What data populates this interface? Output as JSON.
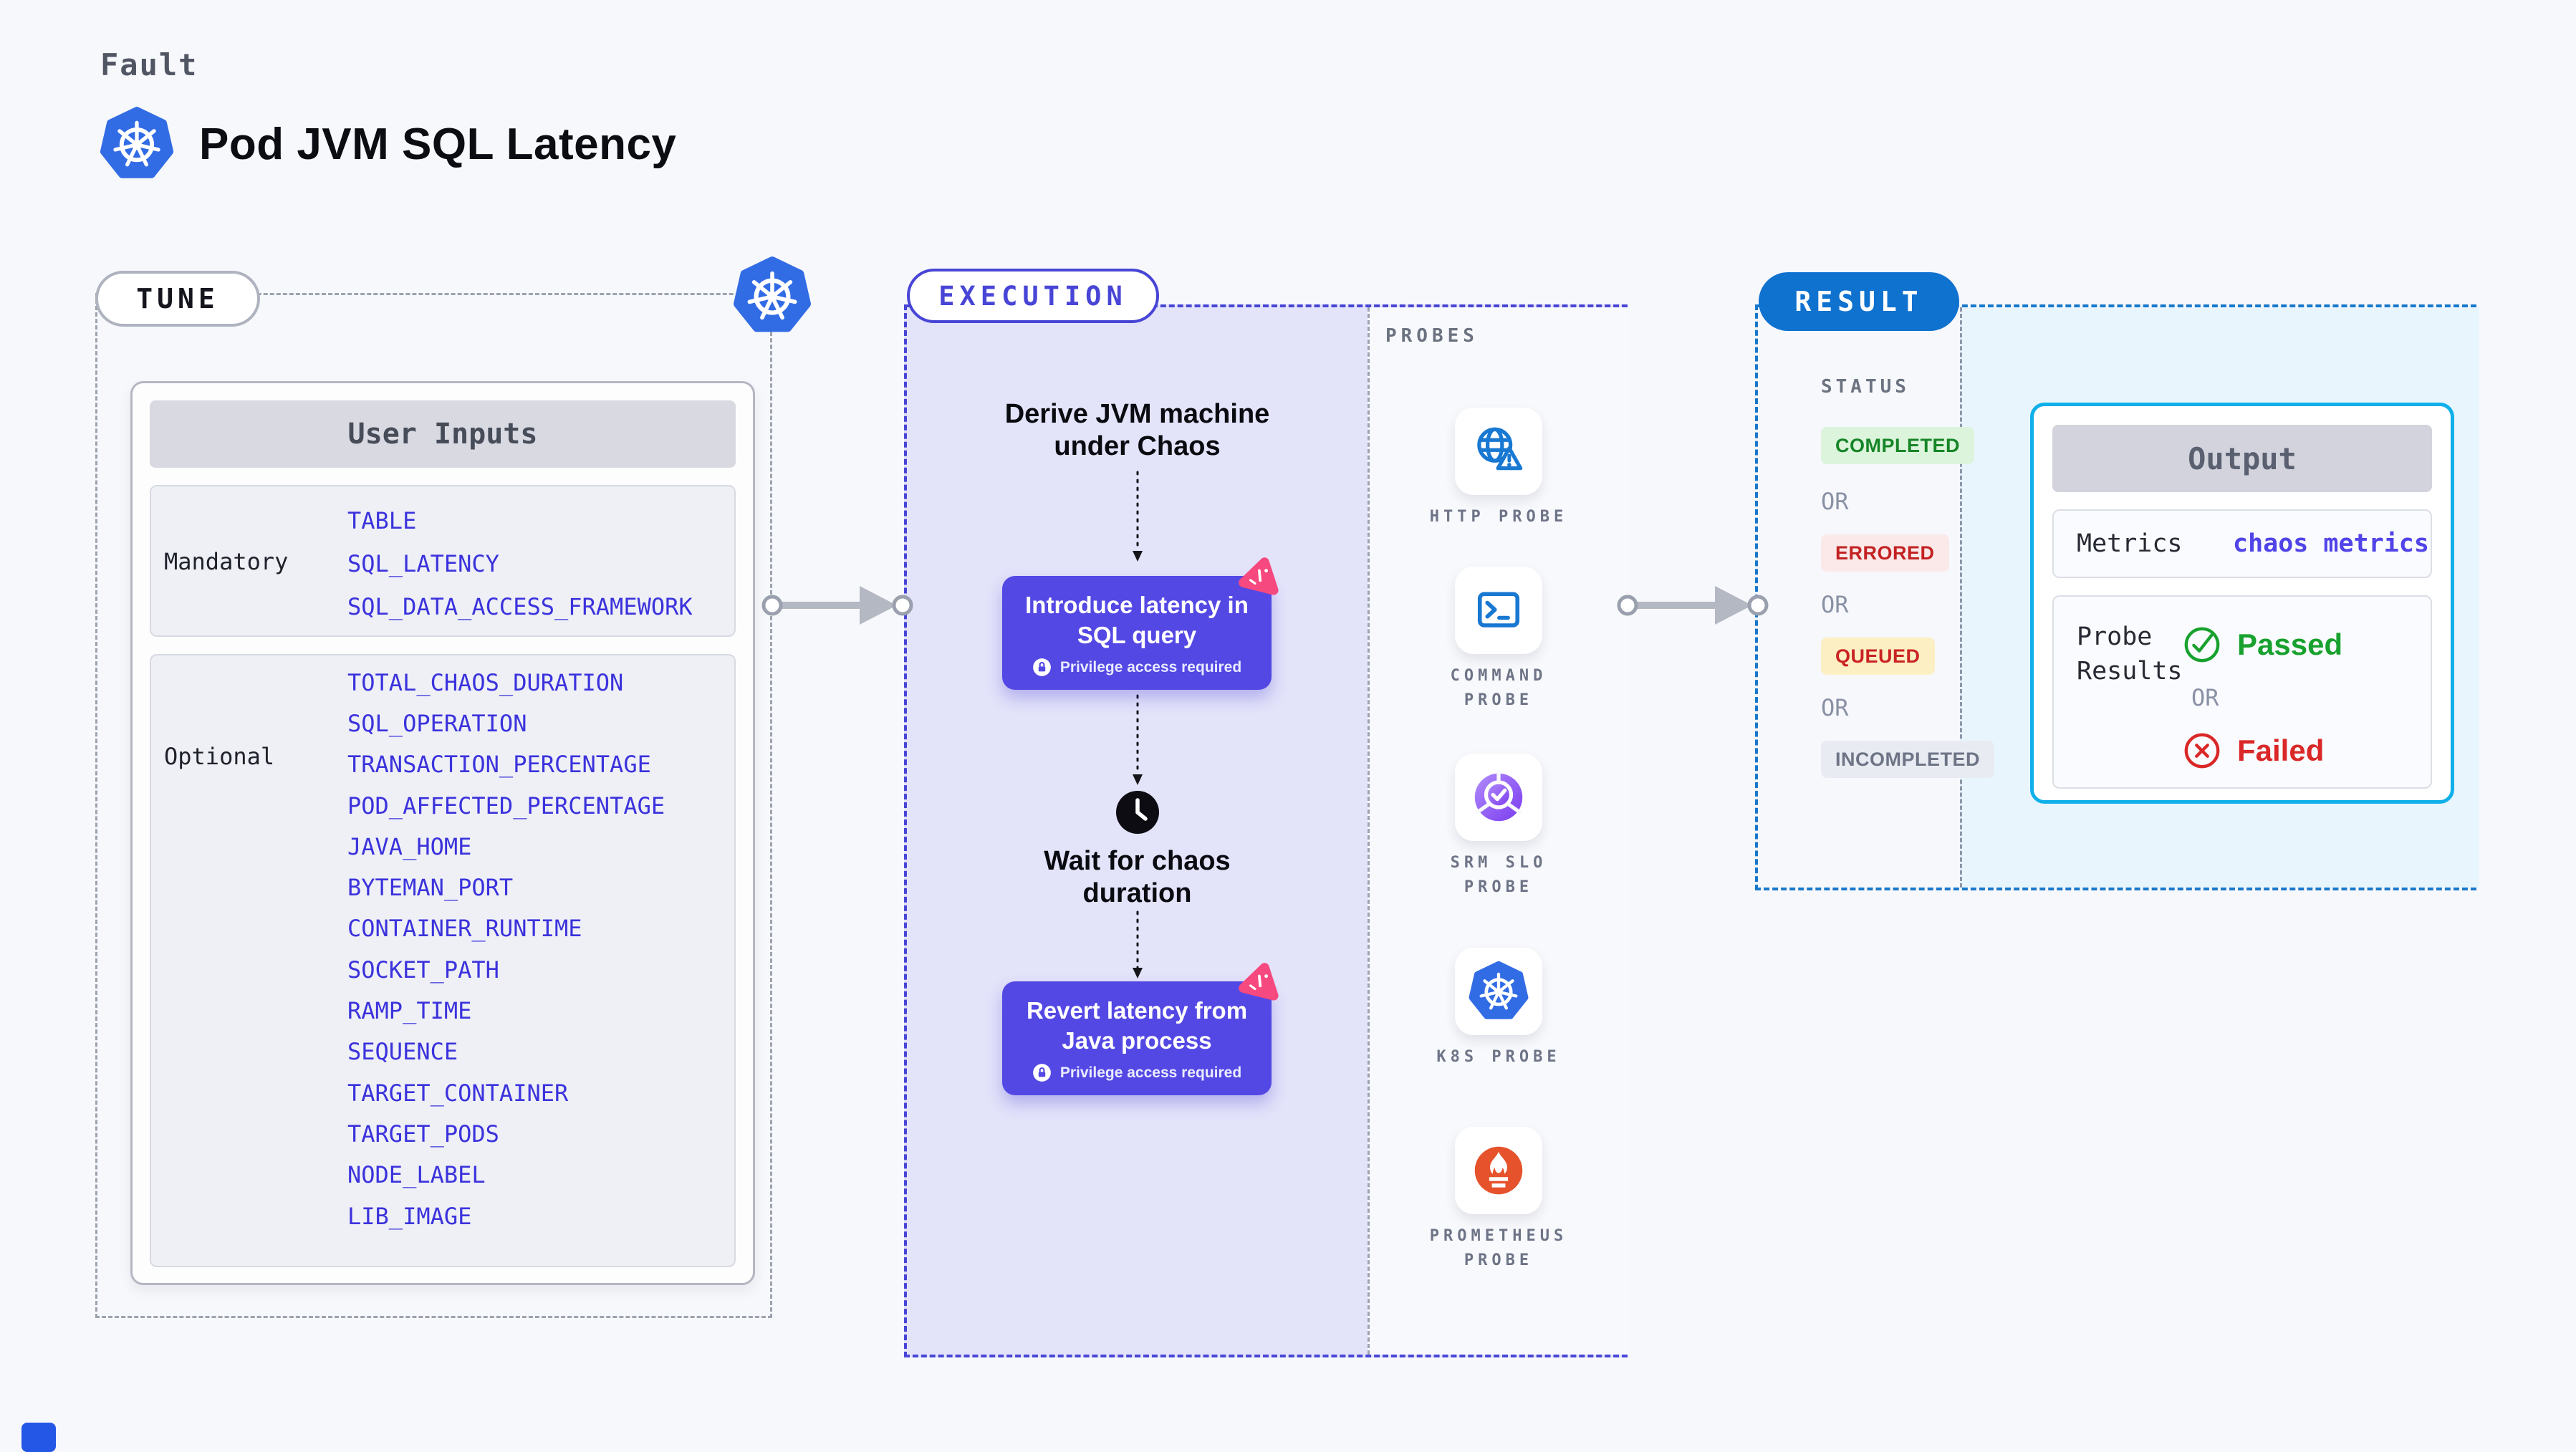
{
  "header": {
    "category": "Fault",
    "title": "Pod JVM SQL Latency"
  },
  "tune": {
    "label": "TUNE",
    "card_title": "User Inputs",
    "mandatory": {
      "label": "Mandatory",
      "items": [
        "TABLE",
        "SQL_LATENCY",
        "SQL_DATA_ACCESS_FRAMEWORK"
      ]
    },
    "optional": {
      "label": "Optional",
      "items": [
        "TOTAL_CHAOS_DURATION",
        "SQL_OPERATION",
        "TRANSACTION_PERCENTAGE",
        "POD_AFFECTED_PERCENTAGE",
        "JAVA_HOME",
        "BYTEMAN_PORT",
        "CONTAINER_RUNTIME",
        "SOCKET_PATH",
        "RAMP_TIME",
        "SEQUENCE",
        "TARGET_CONTAINER",
        "TARGET_PODS",
        "NODE_LABEL",
        "LIB_IMAGE"
      ]
    }
  },
  "execution": {
    "label": "EXECUTION",
    "steps": {
      "derive": "Derive JVM machine under Chaos",
      "inject": "Introduce latency in SQL query",
      "privilege_note": "Privilege access required",
      "wait": "Wait for chaos duration",
      "revert": "Revert latency from Java process"
    },
    "probes": {
      "label": "PROBES",
      "items": [
        "HTTP PROBE",
        "COMMAND PROBE",
        "SRM SLO PROBE",
        "K8S PROBE",
        "PROMETHEUS PROBE"
      ]
    }
  },
  "result": {
    "label": "RESULT",
    "status_label": "STATUS",
    "or_label": "OR",
    "statuses": [
      {
        "label": "COMPLETED",
        "text_color": "#168527",
        "bg_color": "#dcf4dc"
      },
      {
        "label": "ERRORED",
        "text_color": "#c32222",
        "bg_color": "#fbe9e9"
      },
      {
        "label": "QUEUED",
        "text_color": "#ca2323",
        "bg_color": "#fcefc3"
      },
      {
        "label": "INCOMPLETED",
        "text_color": "#6d7486",
        "bg_color": "#e9ebf2"
      }
    ],
    "output": {
      "title": "Output",
      "metrics_label": "Metrics",
      "metrics_value": "chaos metrics",
      "probe_results_label": "Probe Results",
      "passed": "Passed",
      "failed": "Failed"
    }
  },
  "colors": {
    "page_bg": "#f7f8fb",
    "execution_accent": "#4845d6",
    "execution_fill": "#e3e3fa",
    "step_card": "#5448e4",
    "result_accent": "#1072cf",
    "result_fill": "#e8f5fd",
    "output_border": "#0fb0ea",
    "param_text": "#3b32dc",
    "kubernetes_blue": "#326ce5",
    "probe_icon_blue": "#1878d2",
    "prometheus_orange": "#e6522c",
    "litmus_pink": "#f6497f",
    "passed_green": "#18a12e",
    "failed_red": "#da2727"
  }
}
